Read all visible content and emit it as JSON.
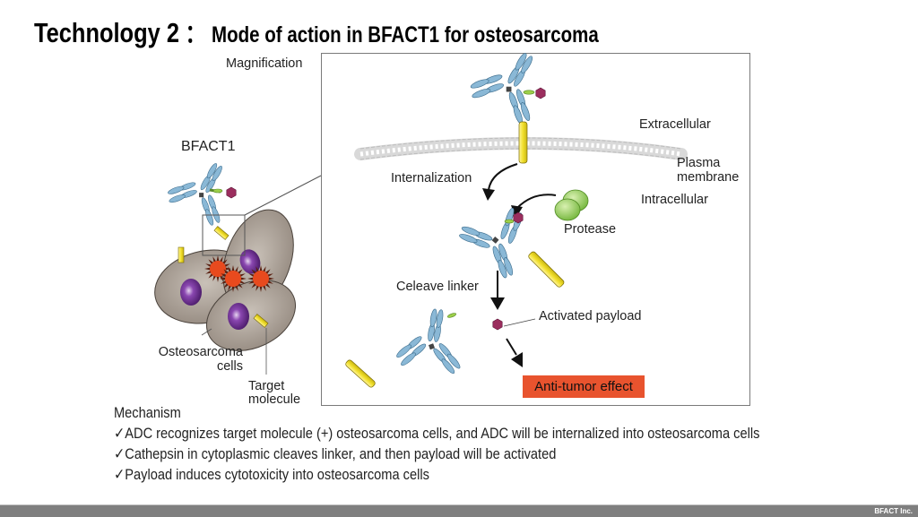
{
  "title": {
    "main": "Technology 2",
    "separator": "：",
    "subtitle": "Mode of action in BFACT1 for osteosarcoma"
  },
  "left_panel": {
    "drug_label": "BFACT1",
    "cells_label_line1": "Osteosarcoma",
    "cells_label_line2": "cells",
    "target_label_line1": "Target",
    "target_label_line2": "molecule"
  },
  "magnification": {
    "label": "Magnification",
    "extracellular": "Extracellular",
    "membrane_line1": "Plasma",
    "membrane_line2": "membrane",
    "intracellular": "Intracellular",
    "internalization": "Internalization",
    "protease": "Protease",
    "cleave_linker": "Celeave linker",
    "activated_payload": "Activated payload",
    "anti_tumor": "Anti-tumor effect"
  },
  "mechanism": {
    "heading": "Mechanism",
    "check_glyph": "✓",
    "items": [
      "ADC recognizes target molecule (+) osteosarcoma cells, and ADC will be internalized into osteosarcoma cells",
      "Cathepsin in cytoplasmic cleaves linker, and then payload will be activated",
      "Payload induces cytotoxicity into osteosarcoma cells"
    ]
  },
  "footer": {
    "company": "BFACT Inc."
  },
  "colors": {
    "antibody": "#8ab8d6",
    "antibody_stroke": "#3f6f8f",
    "target_molecule": "#f2e23a",
    "payload": "#9b2e5e",
    "linker": "#9dcf4a",
    "protease": "#8fcc55",
    "cell": "#a89e94",
    "nucleus": "#7a3a9a",
    "dying_cell": "#e84a1e",
    "anti_tumor_bg": "#e8532e",
    "footer_bar": "#7f7f7f"
  }
}
